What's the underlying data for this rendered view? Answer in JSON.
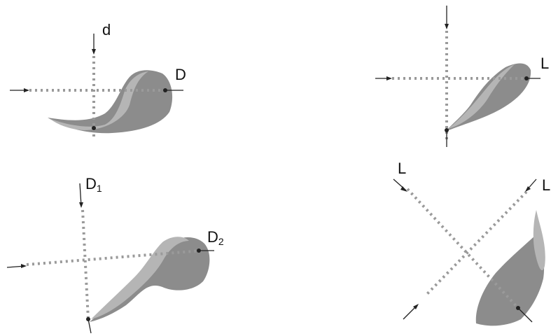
{
  "figure": {
    "panels": [
      {
        "id": "top-left",
        "labels": {
          "main": "d",
          "side": "D"
        }
      },
      {
        "id": "top-right",
        "labels": {
          "side": "L"
        }
      },
      {
        "id": "bottom-left",
        "labels": {
          "main": "D",
          "main_sub": "1",
          "side": "D",
          "side_sub": "2"
        }
      },
      {
        "id": "bottom-right",
        "labels": {
          "left": "L",
          "right": "L"
        }
      }
    ]
  }
}
